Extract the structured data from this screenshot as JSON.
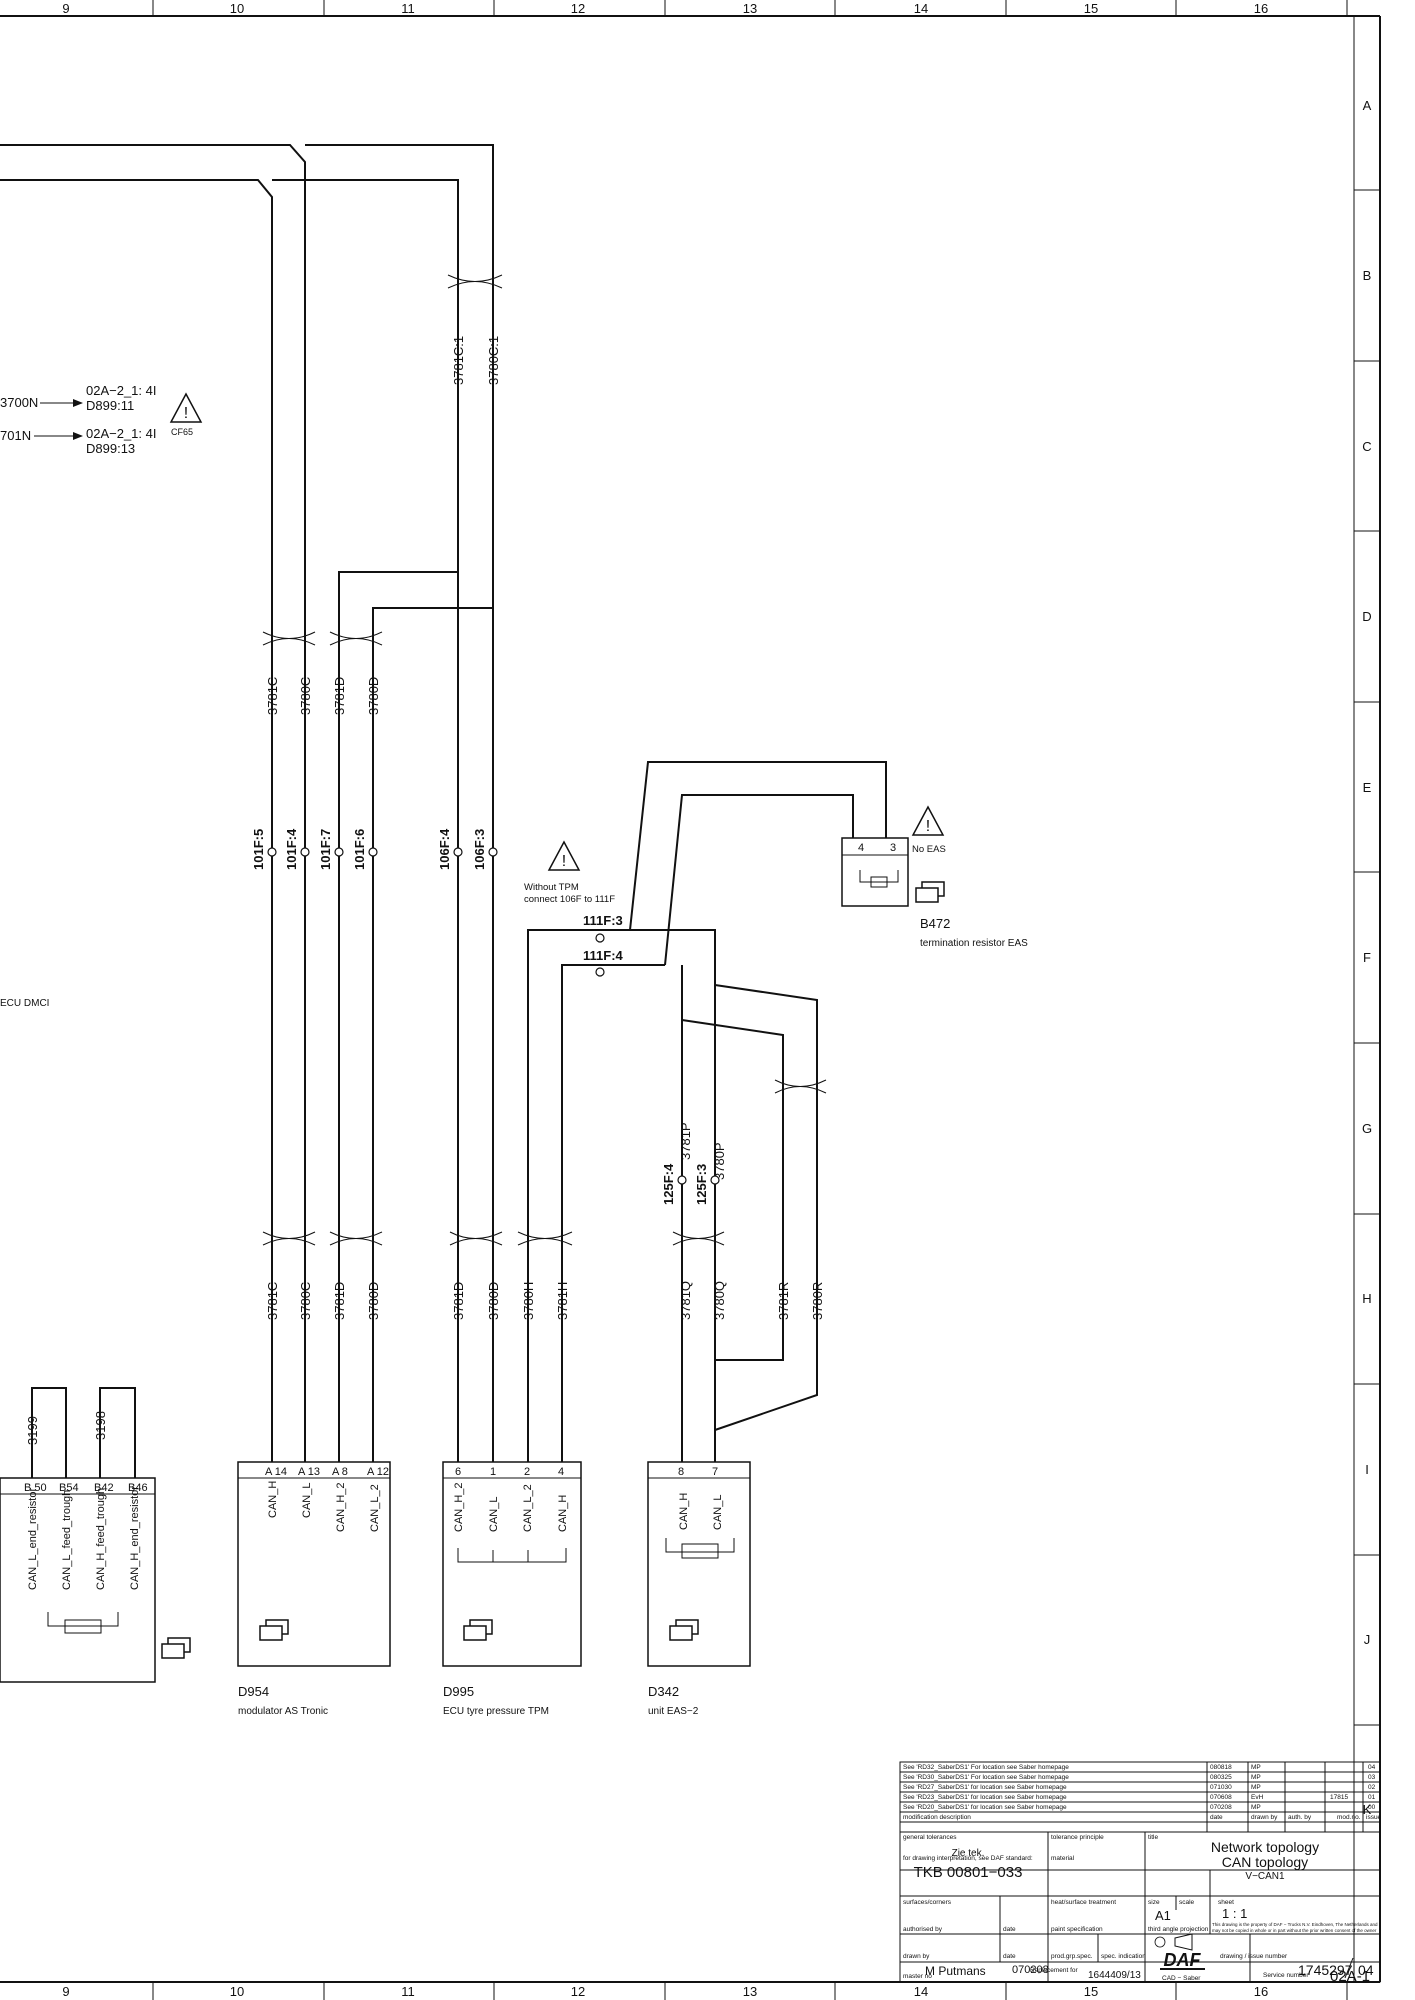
{
  "border": {
    "columns": [
      "9",
      "10",
      "11",
      "12",
      "13",
      "14",
      "15",
      "16"
    ],
    "rows": [
      "A",
      "B",
      "C",
      "D",
      "E",
      "F",
      "G",
      "H",
      "I",
      "J",
      "K"
    ]
  },
  "references": [
    {
      "wire": "3700N",
      "target": "02A−2_1: 4I",
      "target2": "D899:11"
    },
    {
      "wire": "701N",
      "target": "02A−2_1: 4I",
      "target2": "D899:13"
    }
  ],
  "warnings": {
    "cf65": "CF65",
    "no_eas": "No EAS",
    "tpm_line1": "Without TPM",
    "tpm_line2": "connect 106F to 111F"
  },
  "ecu_dmci_label": "ECU DMCI",
  "wire_labels": {
    "w3781C1": "3781C:1",
    "w3780C1": "3780C:1",
    "w3781C": "3781C",
    "w3780C": "3780C",
    "w3781D": "3781D",
    "w3780D": "3780D",
    "w3781H": "3781H",
    "w3780H": "3780H",
    "w3781P": "3781P",
    "w3780P": "3780P",
    "w3781Q": "3781Q",
    "w3780Q": "3780Q",
    "w3781R": "3781R",
    "w3780R": "3780R",
    "w3199": "3199",
    "w3198": "3198"
  },
  "connectors": {
    "c101F5": "101F:5",
    "c101F4": "101F:4",
    "c101F7": "101F:7",
    "c101F6": "101F:6",
    "c106F4": "106F:4",
    "c106F3": "106F:3",
    "c111F3": "111F:3",
    "c111F4": "111F:4",
    "c125F4": "125F:4",
    "c125F3": "125F:3"
  },
  "components": {
    "dmci": {
      "pins": [
        "B 50",
        "B54",
        "B42",
        "B46"
      ],
      "signals": [
        "CAN_L_end_resistor",
        "CAN_L_feed_trough",
        "CAN_H_feed_trough",
        "CAN_H_end_resistor"
      ]
    },
    "d954": {
      "id": "D954",
      "name": "modulator AS Tronic",
      "pins": [
        "A 14",
        "A 13",
        "A 8",
        "A 12"
      ],
      "signals": [
        "CAN_H",
        "CAN_L",
        "CAN_H_2",
        "CAN_L_2"
      ]
    },
    "d995": {
      "id": "D995",
      "name": "ECU tyre pressure TPM",
      "pins": [
        "6",
        "1",
        "2",
        "4"
      ],
      "signals": [
        "CAN_H_2",
        "CAN_L",
        "CAN_L_2",
        "CAN_H"
      ]
    },
    "d342": {
      "id": "D342",
      "name": "unit EAS−2",
      "pins": [
        "8",
        "7"
      ],
      "signals": [
        "CAN_H",
        "CAN_L"
      ]
    },
    "b472": {
      "id": "B472",
      "name": "termination resistor EAS",
      "pins": [
        "4",
        "3"
      ]
    }
  },
  "title_block": {
    "modifications": [
      {
        "desc": "See 'RD32_SaberDS1'  For location see Saber homepage",
        "date": "080818",
        "by": "MP",
        "auth": "",
        "mod": "",
        "issue": "04"
      },
      {
        "desc": "See 'RD30_SaberDS1'  For location see Saber homepage",
        "date": "080325",
        "by": "MP",
        "auth": "",
        "mod": "",
        "issue": "03"
      },
      {
        "desc": "See 'RD27_SaberDS1'  for location see Saber homepage",
        "date": "071030",
        "by": "MP",
        "auth": "",
        "mod": "",
        "issue": "02"
      },
      {
        "desc": "See 'RD23_SaberDS1'  for location see Saber homepage",
        "date": "070608",
        "by": "EvH",
        "auth": "",
        "mod": "17815",
        "issue": "01"
      },
      {
        "desc": "See 'RD20_SaberDS1'  for location see Saber homepage",
        "date": "070208",
        "by": "MP",
        "auth": "",
        "mod": "",
        "issue": "00"
      }
    ],
    "mod_header": {
      "desc": "modification description",
      "date": "date",
      "by": "drawn by",
      "auth": "auth. by",
      "mod": "mod.no.",
      "issue": "issue"
    },
    "general_tolerances_label": "general tolerances",
    "general_tolerances": "Zie tek.",
    "tolerance_principle_label": "tolerance principle",
    "title_label": "title",
    "title1": "Network topology",
    "title2": "CAN topology",
    "title3": "V−CAN1",
    "daf_standard_label": "for drawing interpretation, see DAF standard:",
    "daf_standard": "TKB 00801−033",
    "material_label": "material",
    "surfaces_label": "surfaces/corners",
    "heat_label": "heat/surface treatment",
    "size_label": "size",
    "size": "A1",
    "scale_label": "scale",
    "sheet_label": "sheet",
    "sheet": "1 : 1",
    "authorised_label": "authorised by",
    "date_label": "date",
    "paint_label": "paint specification",
    "projection_label": "third angle projection",
    "notice": "This drawing is the property of DAF − Trucks N.V. Eindhoven, The Netherlands and may not be copied in whole or in part without the prior written consent of the owner",
    "drawn_by_label": "drawn by",
    "drawn_by": "M Putmans",
    "drawn_date": "070208",
    "prod_grp_label": "prod.grp.spec.",
    "spec_ind_label": "spec. indication",
    "logo": "DAF",
    "drawing_no_label": "drawing / issue number",
    "drawing_no": "1745297",
    "issue": "04",
    "master_no_label": "master no",
    "replacement_label": "Replacement for",
    "replacement": "1644409/13",
    "cad": "CAD − Saber",
    "service_label": "Service number",
    "service_no": "02A-1"
  }
}
